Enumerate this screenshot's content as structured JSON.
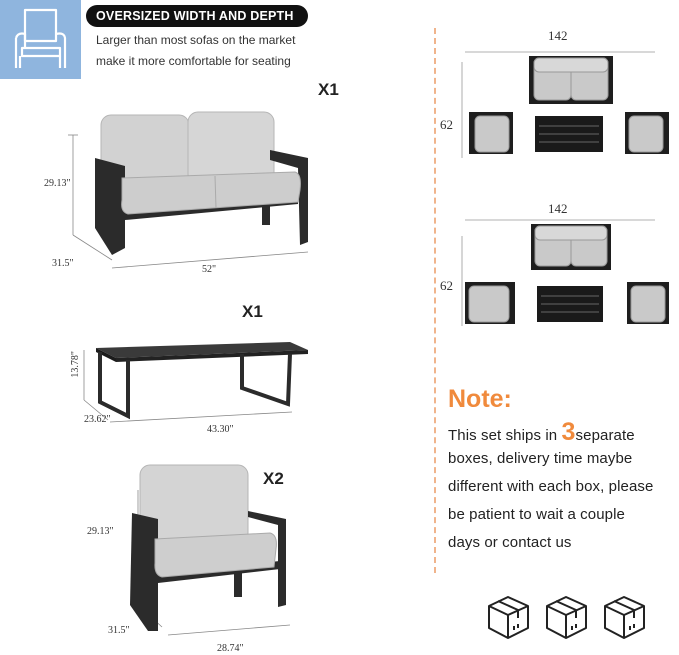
{
  "header": {
    "badge": "OVERSIZED WIDTH AND DEPTH",
    "line1": "Larger than most sofas on the market",
    "line2": "make it more comfortable for seating"
  },
  "loveseat": {
    "qty": "X1",
    "height": "29.13\"",
    "depth": "31.5\"",
    "width": "52\""
  },
  "table": {
    "qty": "X1",
    "height": "13.78\"",
    "depth": "23.62\"",
    "width": "43.30\""
  },
  "chair": {
    "qty": "X2",
    "height": "29.13\"",
    "depth": "31.5\"",
    "width": "28.74\""
  },
  "layout_top": {
    "width": "142",
    "depth": "62"
  },
  "layout_bottom": {
    "width": "142",
    "depth": "62"
  },
  "note": {
    "title": "Note:",
    "line1_pre": "This set ships in ",
    "line1_num": "3",
    "line1_post": "separate",
    "line2": "boxes, delivery time maybe",
    "line3": "different with each box, please",
    "line4": "be patient to wait a couple",
    "line5": "days or contact us"
  },
  "colors": {
    "accent": "#f08a3c",
    "icon_bg": "#8fb5de",
    "cushion": "#cfcfcf",
    "frame": "#2a2a2a"
  }
}
